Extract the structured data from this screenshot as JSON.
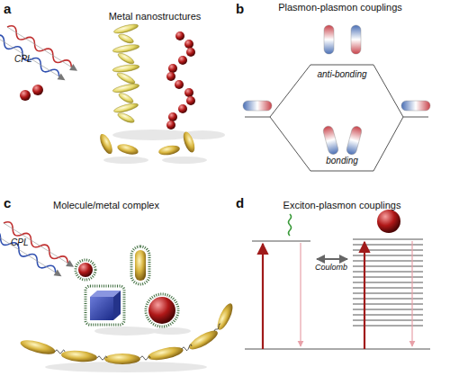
{
  "diagram": {
    "labels": [
      "a",
      "Metal nanostructures",
      "CPL",
      "b",
      "Plasmon-plasmon couplings",
      "anti-bonding",
      "bonding",
      "c",
      "Molecule/metal complex",
      "CPL",
      "d",
      "Exciton-plasmon couplings",
      "Coulomb"
    ]
  }
}
